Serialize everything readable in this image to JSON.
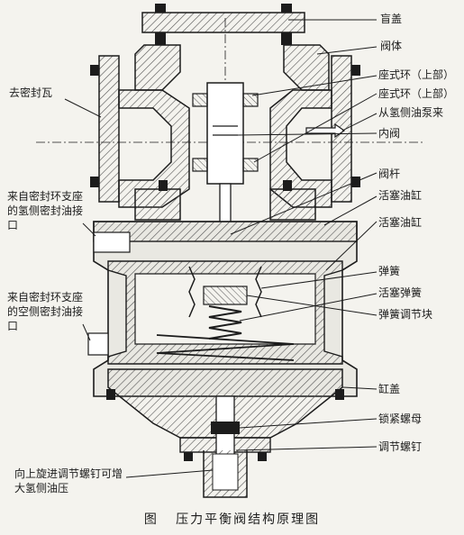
{
  "colors": {
    "background": "#f4f3ee",
    "ink": "#1c1c1c",
    "hatch": "#555555",
    "body_fill": "#e9e8e2"
  },
  "labels_right": [
    "盲盖",
    "阀体",
    "座式环（上部）",
    "座式环（上部）",
    "从氢侧油泵来",
    "内阀",
    "阀杆",
    "活塞油缸",
    "活塞油缸",
    "弹簧",
    "活塞弹簧",
    "弹簧调节块",
    "缸盖",
    "锁紧螺母",
    "调节螺钉"
  ],
  "labels_left": {
    "seal_tile": "去密封瓦",
    "hydrogen_side": "来自密封环支座的氢侧密封油接口",
    "air_side": "来自密封环支座的空侧密封油接口",
    "adjust_note": "向上旋进调节螺钉可增大氢侧油压"
  },
  "caption": {
    "prefix": "图",
    "title": "压力平衡阀结构原理图"
  }
}
